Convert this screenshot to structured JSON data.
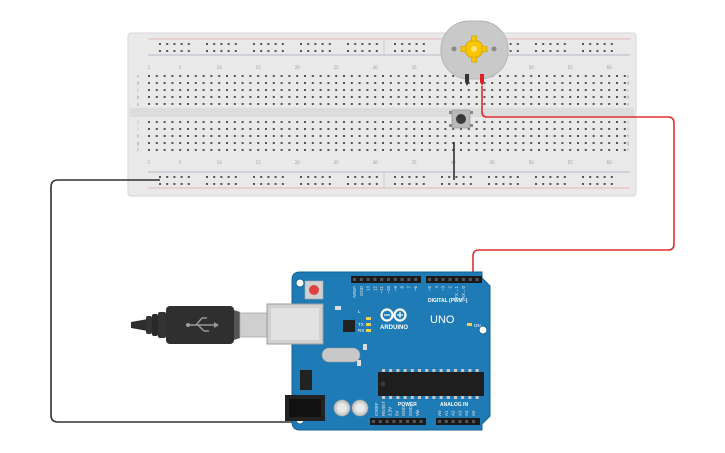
{
  "arduino": {
    "brand": "ARDUINO",
    "model": "UNO",
    "digital_label": "DIGITAL (PWM~)",
    "power_label": "POWER",
    "analog_label": "ANALOG IN",
    "on_label": "ON",
    "tx_label": "TX",
    "rx_label": "RX",
    "l_label": "L",
    "digital_pins": [
      "AREF",
      "GND",
      "13",
      "12",
      "~11",
      "~10",
      "~9",
      "8",
      "7",
      "~6",
      "~5",
      "4",
      "~3",
      "2",
      "TX→1",
      "RX←0"
    ],
    "power_pins": [
      "IOREF",
      "RESET",
      "3.3V",
      "5V",
      "GND",
      "GND",
      "Vin"
    ],
    "analog_pins": [
      "A0",
      "A1",
      "A2",
      "A3",
      "A4",
      "A5"
    ]
  },
  "breadboard": {
    "column_numbers": [
      "1",
      "5",
      "10",
      "15",
      "20",
      "25",
      "30",
      "35",
      "40",
      "45",
      "50",
      "55",
      "60"
    ],
    "row_letters_top": [
      "a",
      "b",
      "c",
      "d",
      "e"
    ],
    "row_letters_bottom": [
      "f",
      "g",
      "h",
      "i",
      "j"
    ]
  },
  "wires": {
    "red_color": "#e03030",
    "black_color": "#303030"
  },
  "colors": {
    "board_blue": "#1f7bb6",
    "breadboard": "#e9e9e9",
    "motor_body": "#c8c8c8",
    "motor_gear": "#f5c400"
  }
}
